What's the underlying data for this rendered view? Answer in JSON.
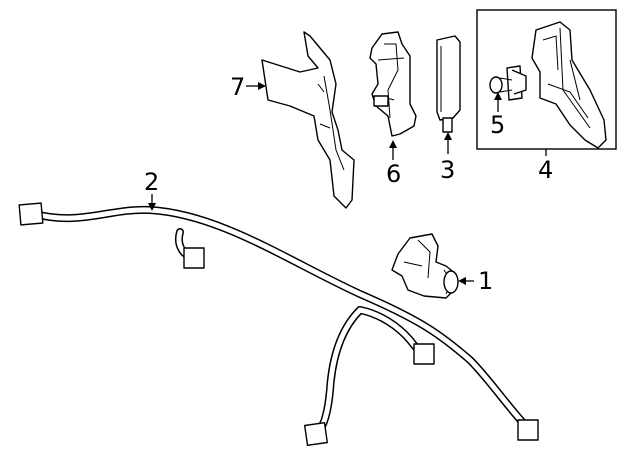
{
  "callouts": {
    "c1": "1",
    "c2": "2",
    "c3": "3",
    "c4": "4",
    "c5": "5",
    "c6": "6",
    "c7": "7"
  },
  "parts": {
    "sensor": "park-assist-sensor",
    "harness": "wiring-harness",
    "module": "control-module",
    "bracket_inset": "bracket",
    "clip": "retainer-clip",
    "mount": "module-mount",
    "shield": "shield-bracket"
  }
}
